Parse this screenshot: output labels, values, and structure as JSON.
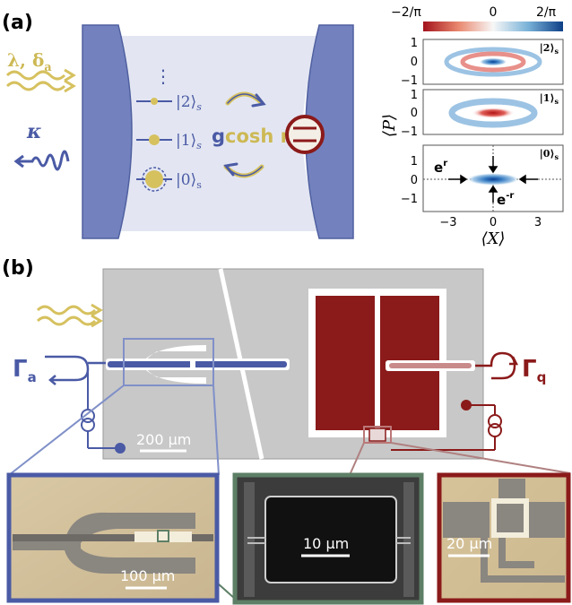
{
  "panel_a": {
    "label": "(a)",
    "drive_label": "λ, δ",
    "drive_sub": "a",
    "decay_label": "κ",
    "levels": [
      "⋮",
      "|2⟩",
      "|1⟩",
      "|0⟩"
    ],
    "level_sub": "s",
    "coupling_g": "g",
    "coupling_rest": "cosh r",
    "colorbar": {
      "min": "−2/π",
      "mid": "0",
      "max": "2/π"
    },
    "wigner_states": [
      "|2⟩",
      "|1⟩",
      "|0⟩"
    ],
    "state_sub": "s",
    "y_ticks": [
      "1",
      "0",
      "−1"
    ],
    "x_ticks": [
      "−3",
      "0",
      "3"
    ],
    "y_axis_label": "⟨P⟩",
    "x_axis_label": "⟨X⟩",
    "squeeze_labels": {
      "er": "e",
      "er_sup": "r",
      "emr": "e",
      "emr_sup": "-r"
    }
  },
  "panel_b": {
    "label": "(b)",
    "gamma_a": "Γ",
    "gamma_a_sub": "a",
    "gamma_q": "Γ",
    "gamma_q_sub": "q",
    "scalebar_main": "200 μm",
    "scalebar_left": "100 μm",
    "scalebar_mid": "10 μm",
    "scalebar_right": "20 μm"
  },
  "colors": {
    "blue": "#5b6db0",
    "blue_dark": "#46569a",
    "gold": "#d9c465",
    "red": "#8b1a1a",
    "chip": "#c9c9c9",
    "green": "#5d7f66"
  }
}
